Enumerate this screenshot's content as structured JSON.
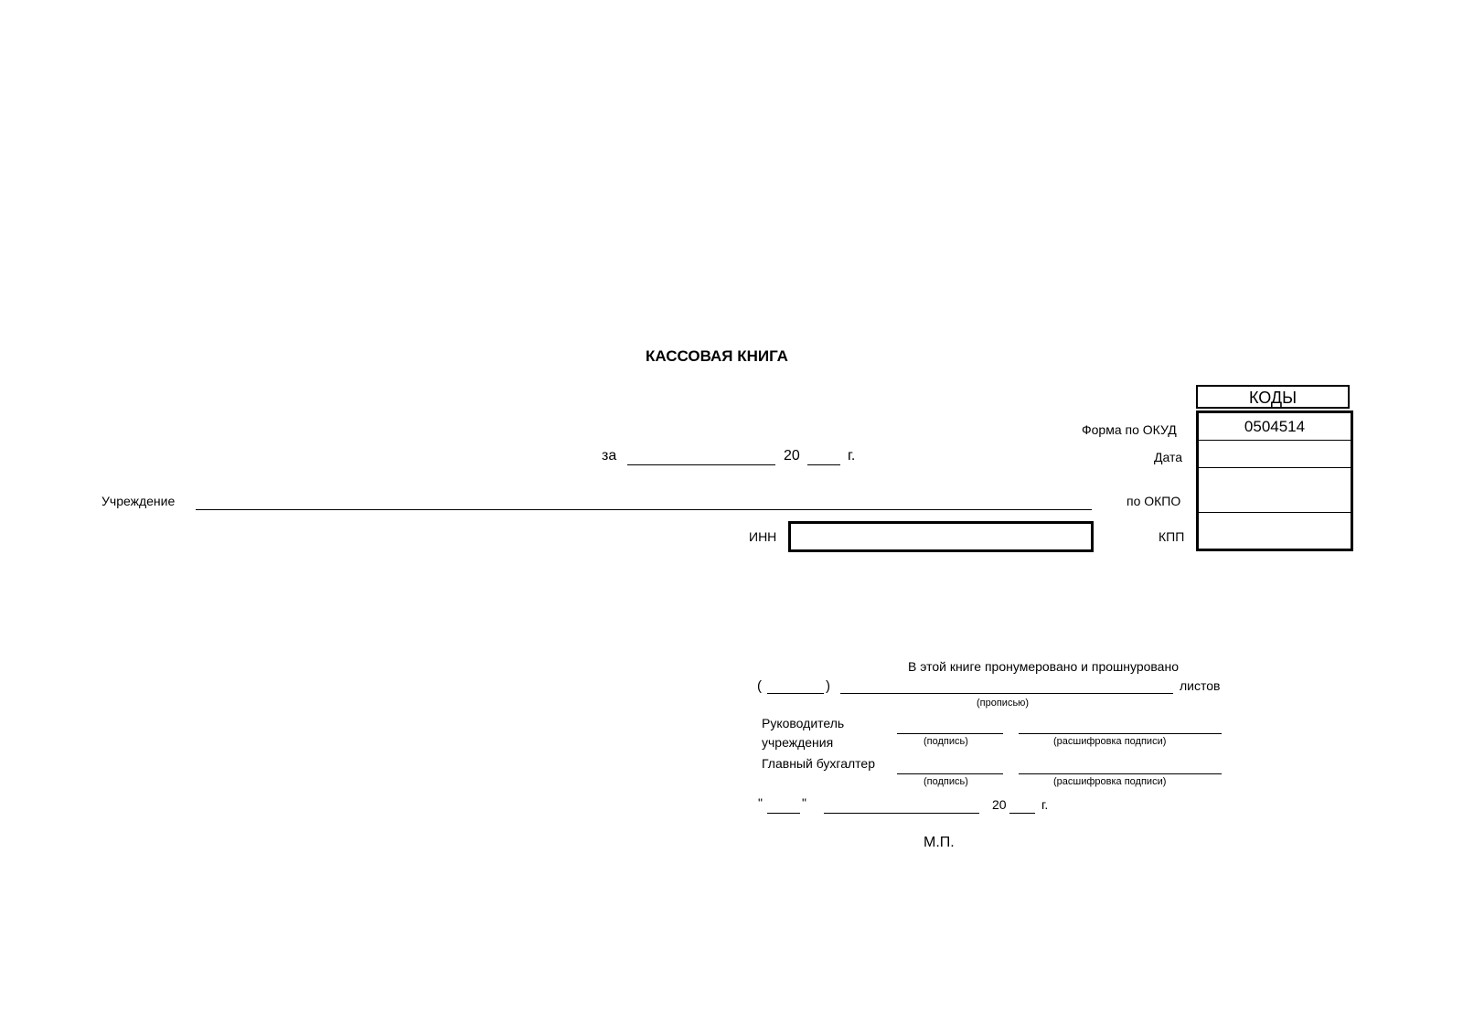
{
  "form": {
    "title": "КАССОВАЯ КНИГА",
    "period": {
      "prefix": "за",
      "year_prefix": "20",
      "year_suffix": "г."
    },
    "institution_label": "Учреждение",
    "inn_label": "ИНН"
  },
  "codes": {
    "header": "КОДЫ",
    "rows": [
      {
        "label": "Форма по ОКУД",
        "value": "0504514"
      },
      {
        "label": "Дата",
        "value": ""
      },
      {
        "label": "по ОКПО",
        "value": ""
      },
      {
        "label": "КПП",
        "value": ""
      }
    ]
  },
  "certification": {
    "intro": "В этой книге пронумеровано и прошнуровано",
    "open_paren": "(",
    "close_paren": ")",
    "sheets_label": "листов",
    "in_words_hint": "(прописью)",
    "head_label_line1": "Руководитель",
    "head_label_line2": "учреждения",
    "chief_accountant_label": "Главный бухгалтер",
    "signature_hint": "(подпись)",
    "decode_hint": "(расшифровка подписи)",
    "date": {
      "quote_open": "\"",
      "quote_close": "\"",
      "year_prefix": "20",
      "year_suffix": "г."
    },
    "stamp": "М.П."
  }
}
